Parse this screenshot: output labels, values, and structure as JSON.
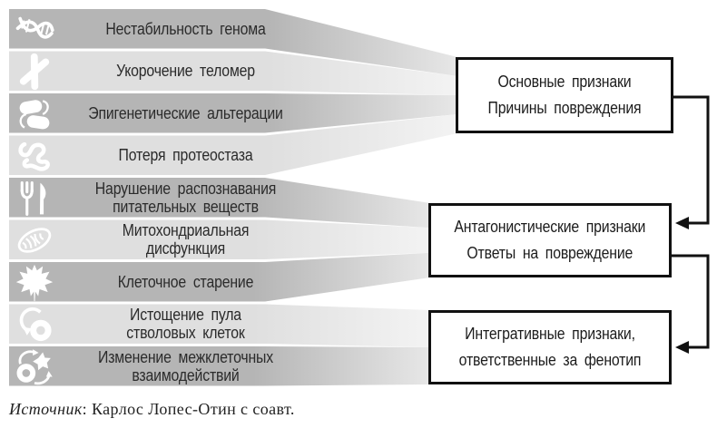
{
  "diagram": {
    "hallmarks": [
      {
        "label": "Нестабильность генома",
        "icon": "dna-icon",
        "shade": "dark",
        "group": 0
      },
      {
        "label": "Укорочение теломер",
        "icon": "chromosome-icon",
        "shade": "light",
        "group": 0
      },
      {
        "label": "Эпигенетические альтерации",
        "icon": "epigenetics-icon",
        "shade": "dark",
        "group": 0
      },
      {
        "label": "Потеря протеостаза",
        "icon": "protein-icon",
        "shade": "light",
        "group": 0
      },
      {
        "label": "Нарушение распознавания\nпитательных веществ",
        "icon": "fork-knife-icon",
        "shade": "dark",
        "group": 1
      },
      {
        "label": "Митохондриальная\nдисфункция",
        "icon": "mitochondria-icon",
        "shade": "light",
        "group": 1
      },
      {
        "label": "Клеточное старение",
        "icon": "maple-leaf-icon",
        "shade": "dark",
        "group": 1
      },
      {
        "label": "Истощение пула\nстволовых клеток",
        "icon": "stem-cell-icon",
        "shade": "light",
        "group": 2
      },
      {
        "label": "Изменение межклеточных\nвзаимодействий",
        "icon": "intercellular-icon",
        "shade": "dark",
        "group": 2
      }
    ],
    "category_boxes": [
      {
        "label": "Основные признаки\nПричины повреждения"
      },
      {
        "label": "Антагонистические признаки\nОтветы на повреждение"
      },
      {
        "label": "Интегративные признаки,\nответственные за фенотип"
      }
    ],
    "source": {
      "prefix": "Источник",
      "text": ": Карлос Лопес-Отин с соавт."
    },
    "colors": {
      "bar_dark": "#b5b5b5",
      "bar_dark_tip": "#e7e7e7",
      "bar_light": "#dfdfdf",
      "bar_light_tip": "#f3f3f3",
      "box_border": "#111111",
      "connector": "#111111",
      "label_text": "#2b2b2b",
      "source_text": "#222222"
    }
  }
}
